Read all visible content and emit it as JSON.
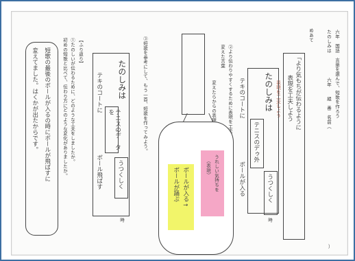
{
  "header": {
    "title_line": "六年　国語　言葉を選んで、短歌を作ろう",
    "subtitle": "たのしみは",
    "student_line": "六年　　組　番　名前（",
    "name_close": "）"
  },
  "aim": {
    "label": "めあて",
    "handwritten": "「より気もちが伝わるように",
    "handwritten2": "表現を工夫しよう",
    "red_note": "表現を工夫しよう"
  },
  "right_poem": {
    "opening": "たのしみは",
    "line1": "テニスのデゥ外",
    "line2": "テキのコートに",
    "line3": "ボールが入る",
    "line4": "うつくしく",
    "ending": "時"
  },
  "instruction2": "②より伝わりやすくするために表現を工夫しよう。",
  "instruction2b": "変えた言葉",
  "instruction_box": "変えたらからの表現",
  "middle_instruction": "③短歌を参考にして、もう一首、短歌を作ってみよう。",
  "left_poem": {
    "opening": "たのしみは",
    "line1": "テニスのデータを",
    "line2": "テキのコートに",
    "line3": "ボール飛ばす",
    "line4": "うつくしく",
    "ending": "時"
  },
  "bubble": {
    "yellow_line1": "ボールが入る→",
    "yellow_line2": "ボールが踊ぶ",
    "pink_line1": "うれしい気持ちを",
    "pink_line2": "（表現）"
  },
  "reflection": {
    "heading": "【ふり返り】",
    "q1": "①たのしいが伝わるために、どのような工夫をしましたか。",
    "q2": "初めの短歌と比べて、伝わり方にどのような変化がありましたか。",
    "answer1": "短歌の最後のボールが入るの時にボールが飛ばすに",
    "answer2": "変えてました。はくかが出たからです。"
  }
}
